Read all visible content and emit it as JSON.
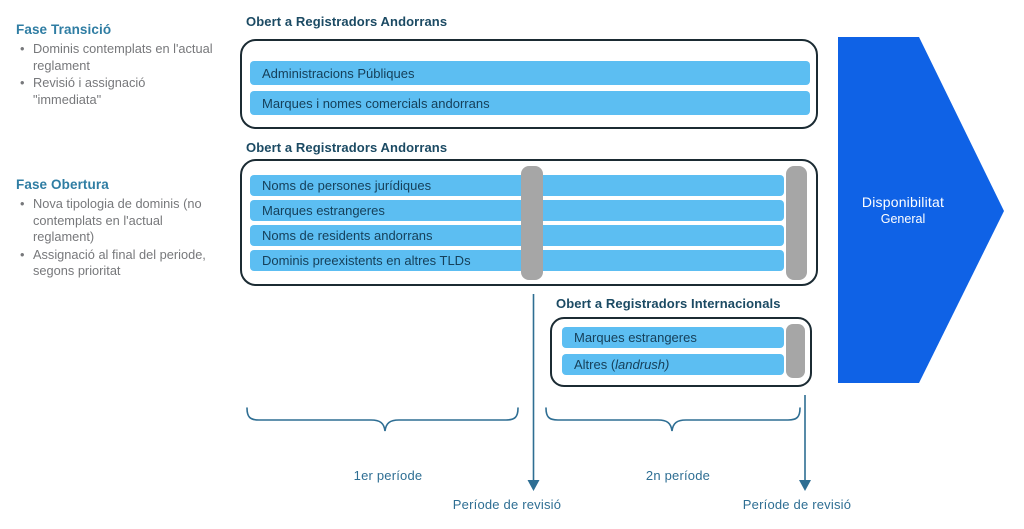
{
  "colors": {
    "phase_heading": "#2F7DA3",
    "bullet_text": "#77787B",
    "box_label": "#1B4A63",
    "box_border": "#1B2B33",
    "bar_fill": "#5CBEF2",
    "bar_text": "#16405A",
    "marker_gray": "#A6A6A6",
    "big_arrow_fill": "#0F62E6",
    "big_arrow_text": "#FFFFFF",
    "annotation": "#2E6E93"
  },
  "left_panel": {
    "sections": [
      {
        "title": "Fase Transició",
        "bullets": [
          "Dominis contemplats en l'actual reglament",
          "Revisió i assignació \"immediata\""
        ]
      },
      {
        "title": "Fase Obertura",
        "bullets": [
          "Nova tipologia de dominis (no contemplats en l'actual reglament)",
          "Assignació al final del periode, segons prioritat"
        ]
      }
    ]
  },
  "groups": {
    "transicio": {
      "label": "Obert a Registradors Andorrans",
      "bars": [
        "Administracions Públiques",
        "Marques i nomes comercials andorrans"
      ]
    },
    "obertura": {
      "label": "Obert a Registradors Andorrans",
      "bars": [
        "Noms de persones jurídiques",
        "Marques estrangeres",
        "Noms de residents andorrans",
        "Dominis preexistents en altres TLDs"
      ]
    },
    "internacionals": {
      "label": "Obert a Registradors Internacionals",
      "bars": [
        "Marques estrangeres"
      ],
      "bar_italic": {
        "prefix": "Altres (",
        "italic": "landrush)"
      }
    }
  },
  "availability_arrow": {
    "line1": "Disponibilitat",
    "line2": "General"
  },
  "timeline": {
    "period_1": "1er període",
    "period_2": "2n període",
    "review_1": "Període de revisió",
    "review_2": "Període de revisió"
  }
}
